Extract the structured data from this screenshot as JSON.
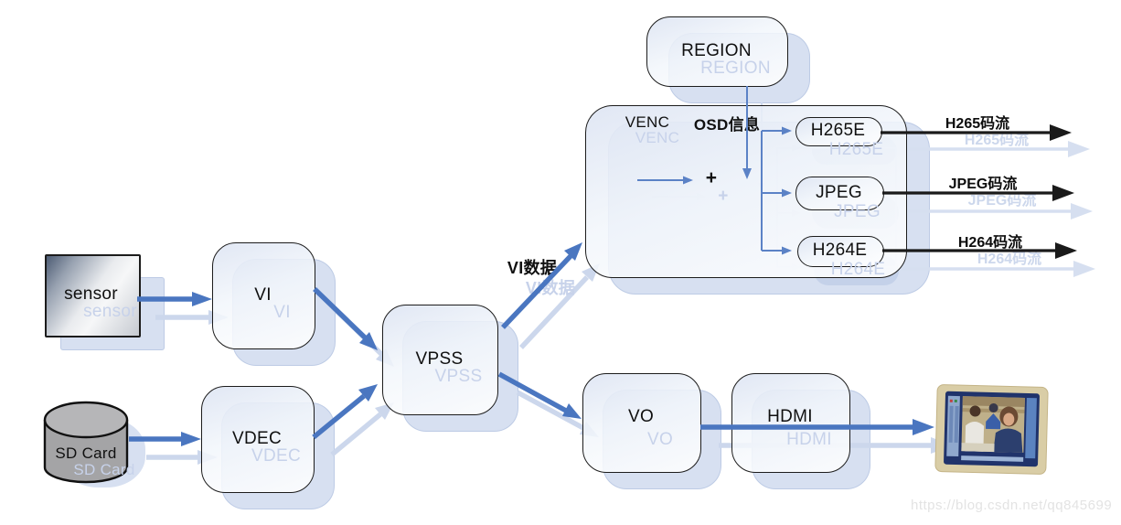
{
  "page": {
    "watermark": "https://blog.csdn.net/qq845699"
  },
  "nodes": {
    "sensor": "sensor",
    "sd_card": "SD Card",
    "vi": "VI",
    "vdec": "VDEC",
    "vpss": "VPSS",
    "vo": "VO",
    "hdmi": "HDMI",
    "region": "REGION",
    "venc": "VENC",
    "h265e": "H265E",
    "jpeg": "JPEG",
    "h264e": "H264E"
  },
  "labels": {
    "vi_data": "VI数据",
    "osd_info": "OSD信息",
    "plus": "+",
    "h265_stream": "H265码流",
    "jpeg_stream": "JPEG码流",
    "h264_stream": "H264码流"
  },
  "colors": {
    "arrow_blue": "#4a76c0",
    "arrow_black": "#1a1a1a",
    "ghost_blue": "#ccd7ec",
    "ghost_fill": "#b7c6e4",
    "box_border": "#1c1c1c"
  }
}
